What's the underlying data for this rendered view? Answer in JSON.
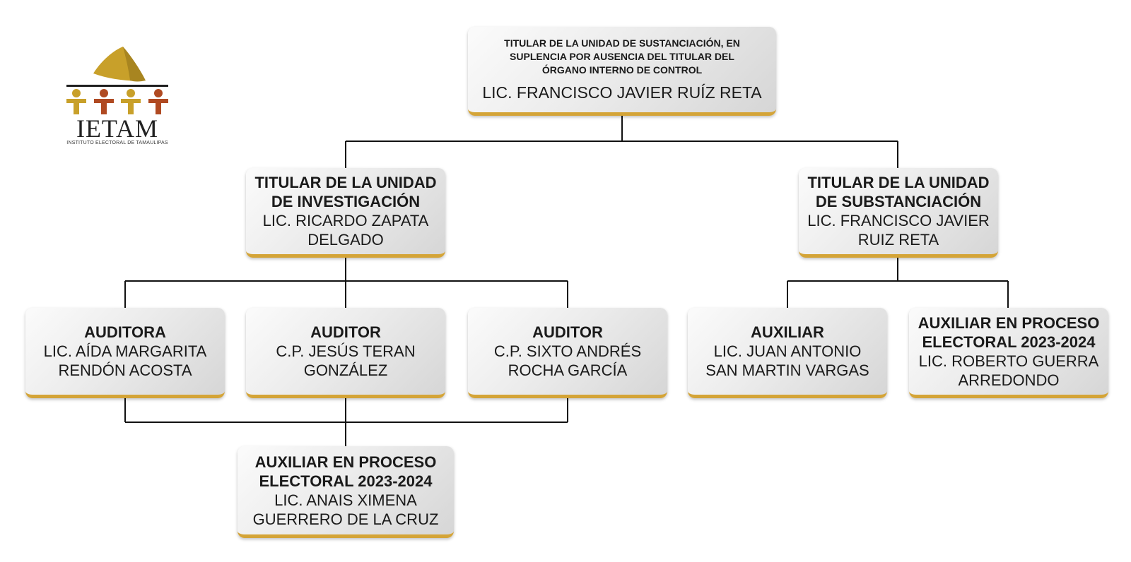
{
  "logo": {
    "acronym": "IETAM",
    "full_name": "INSTITUTO ELECTORAL DE TAMAULIPAS",
    "colors": {
      "gold": "#c8a02a",
      "rust": "#b04a22",
      "dark": "#1f1f1f"
    }
  },
  "org": {
    "top": {
      "role": "TITULAR DE LA UNIDAD DE SUSTANCIACIÓN, EN\nSUPLENCIA POR AUSENCIA DEL TITULAR DEL\nÓRGANO INTERNO DE CONTROL",
      "name": "LIC. FRANCISCO JAVIER RUÍZ RETA"
    },
    "investigacion": {
      "role": "TITULAR DE LA UNIDAD\nDE INVESTIGACIÓN",
      "name": "LIC. RICARDO ZAPATA\nDELGADO"
    },
    "substanciacion": {
      "role": "TITULAR DE LA UNIDAD\nDE SUBSTANCIACIÓN",
      "name": "LIC. FRANCISCO JAVIER\nRUIZ RETA"
    },
    "auditora": {
      "role": "AUDITORA",
      "name": "LIC. AÍDA MARGARITA\nRENDÓN ACOSTA"
    },
    "auditor1": {
      "role": "AUDITOR",
      "name": "C.P. JESÚS TERAN\nGONZÁLEZ"
    },
    "auditor2": {
      "role": "AUDITOR",
      "name": "C.P. SIXTO ANDRÉS\nROCHA GARCÍA"
    },
    "auxiliar": {
      "role": "AUXILIAR",
      "name": "LIC. JUAN ANTONIO\nSAN MARTIN VARGAS"
    },
    "auxiliar_proceso_right": {
      "role": "AUXILIAR EN PROCESO\nELECTORAL 2023-2024",
      "name": "LIC. ROBERTO GUERRA\nARREDONDO"
    },
    "auxiliar_proceso_bottom": {
      "role": "AUXILIAR EN PROCESO\nELECTORAL 2023-2024",
      "name": "LIC. ANAIS XIMENA\nGUERRERO DE LA CRUZ"
    }
  },
  "style": {
    "accent": "#d4a437",
    "line": "#111111"
  }
}
